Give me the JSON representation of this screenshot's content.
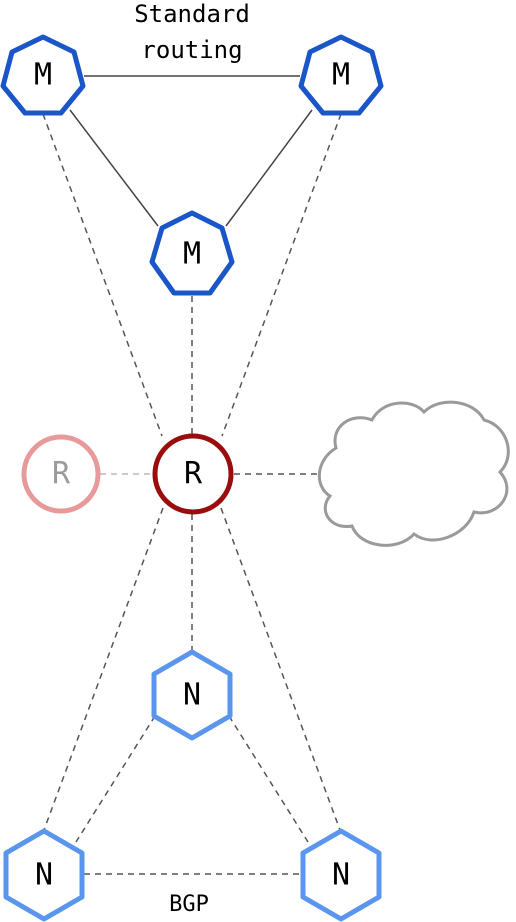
{
  "labels": {
    "standard_line1": "Standard",
    "standard_line2": "routing",
    "bgp": "BGP"
  },
  "nodes": {
    "m_top_left": "M",
    "m_top_right": "M",
    "m_center": "M",
    "route_reflector": "R",
    "route_reflector_backup": "R",
    "n_top": "N",
    "n_bottom_left": "N",
    "n_bottom_right": "N"
  },
  "colors": {
    "master_blue": "#1a56c8",
    "node_blue": "#5b96ee",
    "reflector_red": "#9a0d0d",
    "backup_pink": "#e89a9a",
    "backup_text": "#9a9a9a",
    "cloud_gray": "#9a9a9a",
    "solid_line": "#444444",
    "dashed_line": "#555555"
  }
}
